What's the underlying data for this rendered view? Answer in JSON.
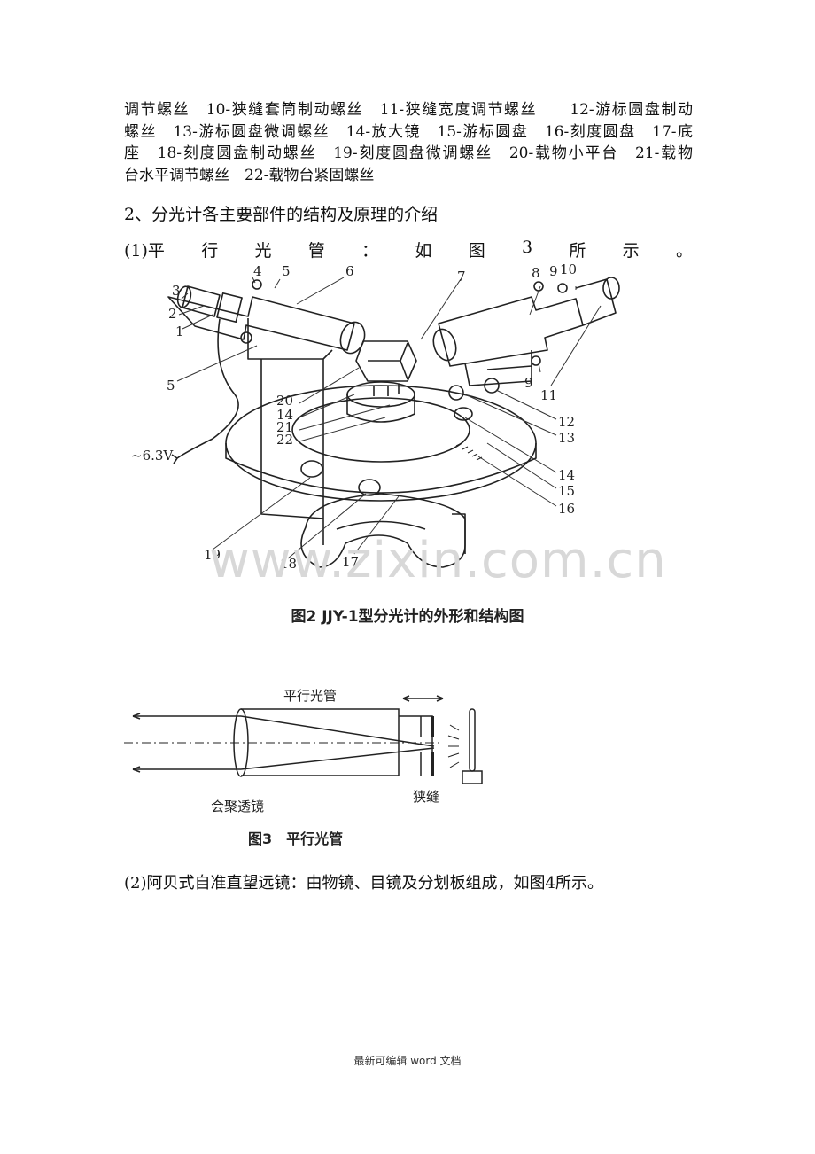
{
  "legend_lines": [
    "调节螺丝　10-狭缝套筒制动螺丝　11-狭缝宽度调节螺丝　　12-游标圆盘制动",
    "螺丝　13-游标圆盘微调螺丝　14-放大镜　15-游标圆盘　16-刻度圆盘　17-底",
    "座　18-刻度圆盘制动螺丝　19-刻度圆盘微调螺丝　20-载物小平台　21-载物",
    "台水平调节螺丝　22-载物台紧固螺丝"
  ],
  "section_heading": "2、分光计各主要部件的结构及原理的介绍",
  "subsection1": {
    "parts": [
      "(1)平",
      "行",
      "光",
      "管",
      "：",
      "如",
      "图",
      "3",
      "所",
      "示",
      "。"
    ]
  },
  "figure2": {
    "labels": [
      "1",
      "2",
      "3",
      "4",
      "5",
      "5",
      "6",
      "7",
      "8",
      "9",
      "10",
      "9",
      "11",
      "12",
      "13",
      "14",
      "15",
      "16",
      "17",
      "18",
      "19",
      "20",
      "14",
      "21",
      "22"
    ],
    "voltage": "~6.3V",
    "caption": "图2 JJY-1型分光计的外形和结构图"
  },
  "watermark": "www.zixin.com.cn",
  "figure3": {
    "title": "平行光管",
    "lens_label": "会聚透镜",
    "slit_label": "狭缝",
    "caption": "图3　平行光管"
  },
  "paragraph2": "(2)阿贝式自准直望远镜：由物镜、目镜及分划板组成，如图4所示。",
  "footer": "最新可编辑 word 文档"
}
